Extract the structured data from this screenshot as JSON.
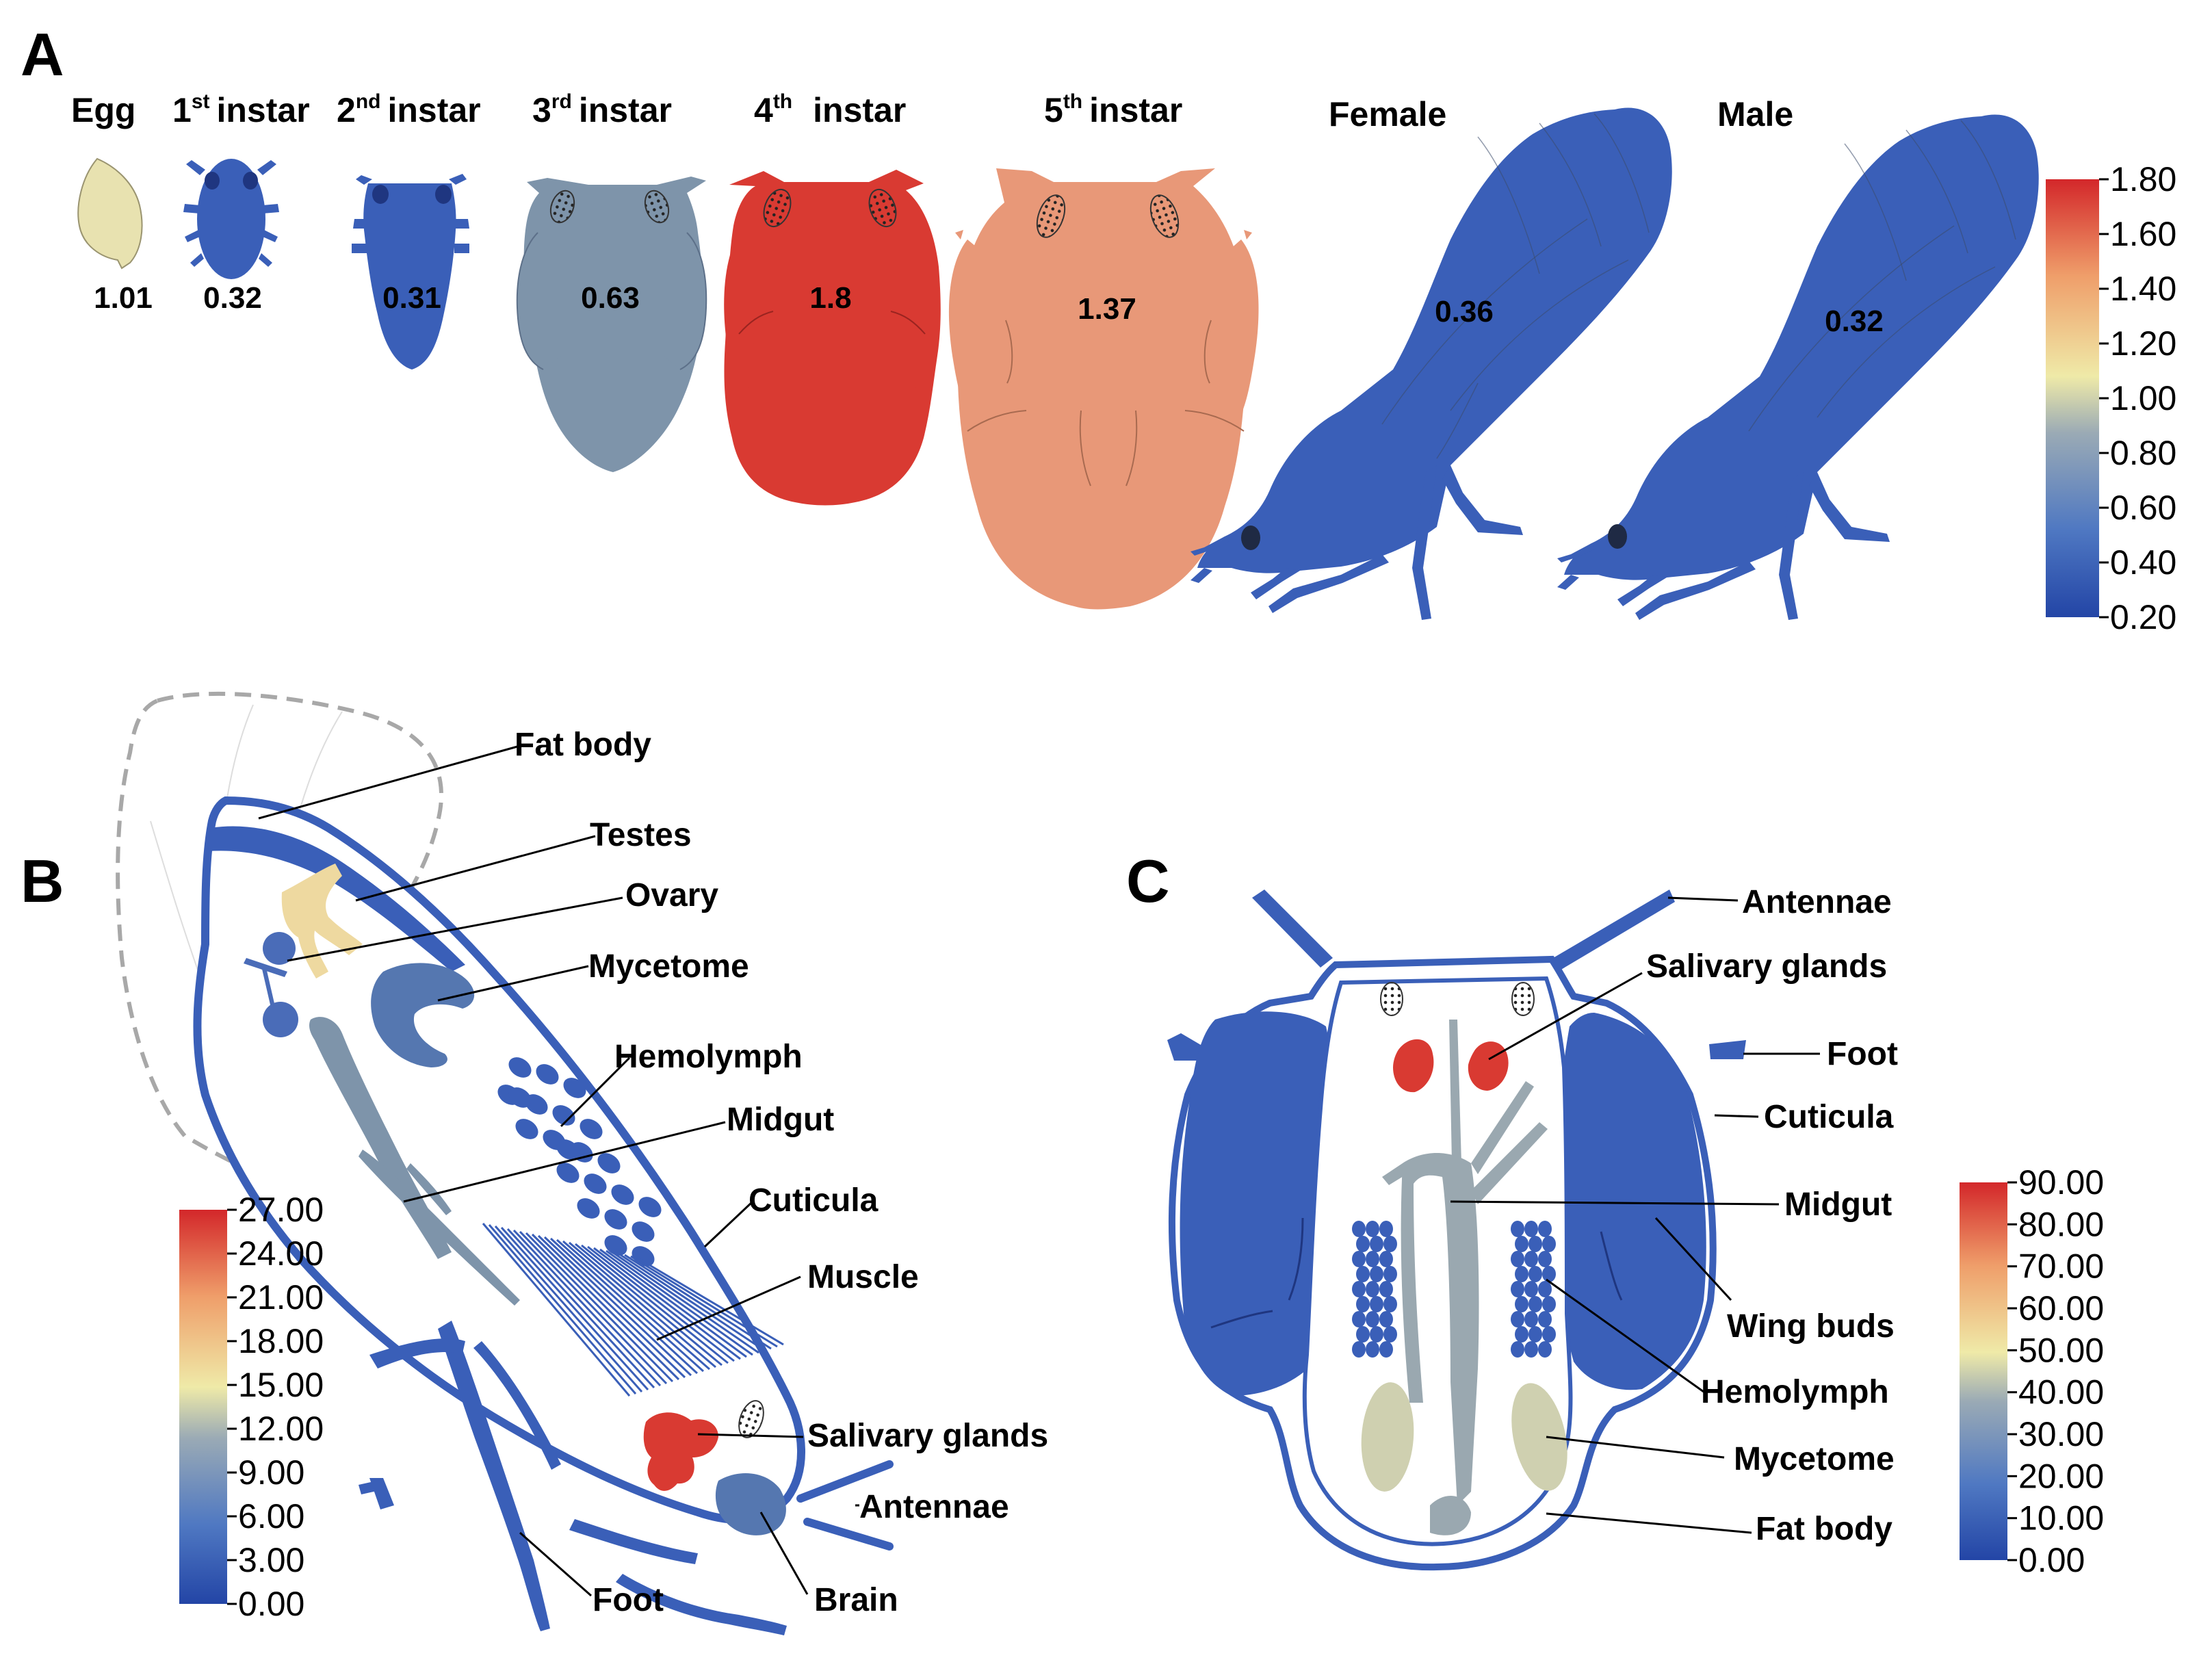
{
  "panels": {
    "a": "A",
    "b": "B",
    "c": "C"
  },
  "panel_a": {
    "stages": [
      {
        "name": "Egg",
        "value": "1.01",
        "color": "#e8e2b0"
      },
      {
        "ordinal": "1",
        "sup": "st",
        "word": "instar",
        "value": "0.32",
        "color": "#3a5fb8"
      },
      {
        "ordinal": "2",
        "sup": "nd",
        "word": "instar",
        "value": "0.31",
        "color": "#3a5fb8"
      },
      {
        "ordinal": "3",
        "sup": "rd",
        "word": "instar",
        "value": "0.63",
        "color": "#7e94aa"
      },
      {
        "ordinal": "4",
        "sup": "th",
        "word": "instar",
        "value": "1.8",
        "color": "#d93a32"
      },
      {
        "ordinal": "5",
        "sup": "th",
        "word": "instar",
        "value": "1.37",
        "color": "#e89878"
      },
      {
        "name": "Female",
        "value": "0.36",
        "color": "#3a5fb8"
      },
      {
        "name": "Male",
        "value": "0.32",
        "color": "#3a5fb8"
      }
    ],
    "scale": {
      "min": 0.2,
      "max": 1.8,
      "ticks": [
        "1.80",
        "1.60",
        "1.40",
        "1.20",
        "1.00",
        "0.80",
        "0.60",
        "0.40",
        "0.20"
      ]
    }
  },
  "panel_b": {
    "labels": {
      "fat_body": "Fat body",
      "testes": "Testes",
      "ovary": "Ovary",
      "mycetome": "Mycetome",
      "hemolymph": "Hemolymph",
      "midgut": "Midgut",
      "cuticula": "Cuticula",
      "muscle": "Muscle",
      "salivary_glands": "Salivary glands",
      "antennae": "Antennae",
      "foot": "Foot",
      "brain": "Brain"
    },
    "scale": {
      "min": 0,
      "max": 27,
      "ticks": [
        "27.00",
        "24.00",
        "21.00",
        "18.00",
        "15.00",
        "12.00",
        "9.00",
        "6.00",
        "3.00",
        "0.00"
      ]
    },
    "colors": {
      "body": "#3a5fb8",
      "testes": "#eed9a0",
      "mycetome": "#5577b0",
      "midgut": "#7e94aa",
      "salivary": "#d93a32"
    }
  },
  "panel_c": {
    "labels": {
      "antennae": "Antennae",
      "salivary_glands": "Salivary glands",
      "foot": "Foot",
      "cuticula": "Cuticula",
      "midgut": "Midgut",
      "wing_buds": "Wing buds",
      "hemolymph": "Hemolymph",
      "mycetome": "Mycetome",
      "fat_body": "Fat body"
    },
    "scale": {
      "min": 0,
      "max": 90,
      "ticks": [
        "90.00",
        "80.00",
        "70.00",
        "60.00",
        "50.00",
        "40.00",
        "30.00",
        "20.00",
        "10.00",
        "0.00"
      ]
    },
    "colors": {
      "body": "#3a5fb8",
      "midgut": "#9aa8b0",
      "mycetome": "#cfd0b0",
      "salivary": "#d93a32"
    }
  }
}
